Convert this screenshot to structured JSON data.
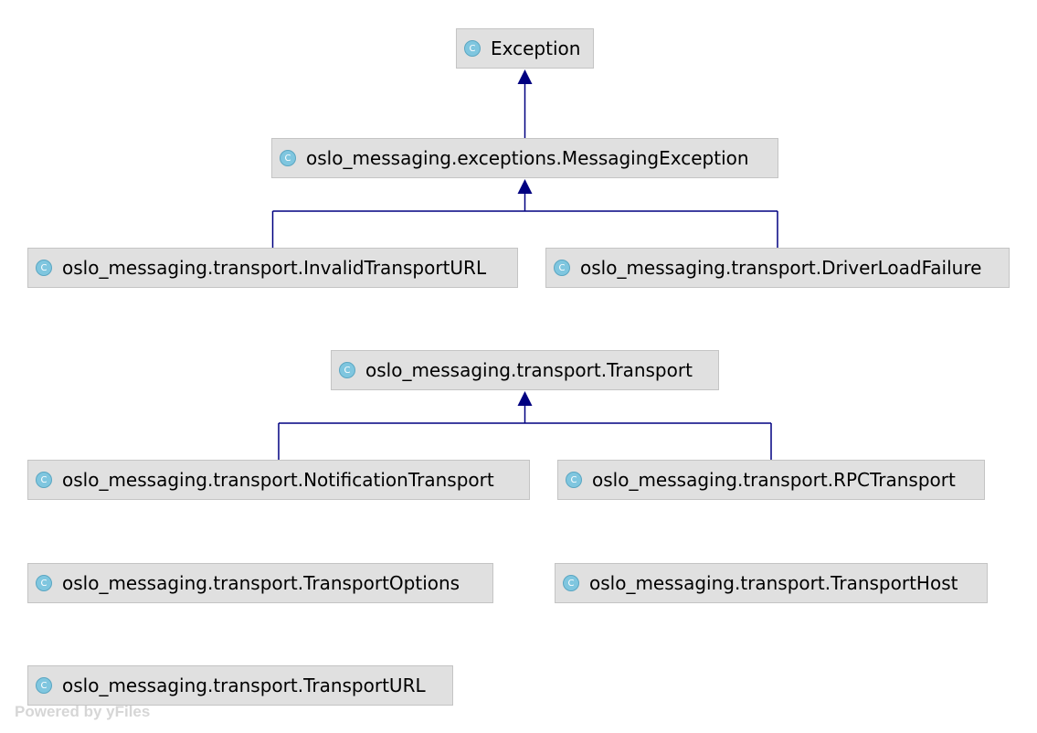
{
  "nodes": [
    {
      "id": "exception",
      "label": "Exception",
      "icon": "class-icon",
      "icon_letter": "C"
    },
    {
      "id": "messaging_exception",
      "label": "oslo_messaging.exceptions.MessagingException",
      "icon": "class-icon",
      "icon_letter": "C"
    },
    {
      "id": "invalid_transport_url",
      "label": "oslo_messaging.transport.InvalidTransportURL",
      "icon": "class-icon",
      "icon_letter": "C"
    },
    {
      "id": "driver_load_failure",
      "label": "oslo_messaging.transport.DriverLoadFailure",
      "icon": "class-icon",
      "icon_letter": "C"
    },
    {
      "id": "transport",
      "label": "oslo_messaging.transport.Transport",
      "icon": "class-icon",
      "icon_letter": "C"
    },
    {
      "id": "notification_transport",
      "label": "oslo_messaging.transport.NotificationTransport",
      "icon": "class-icon",
      "icon_letter": "C"
    },
    {
      "id": "rpc_transport",
      "label": "oslo_messaging.transport.RPCTransport",
      "icon": "class-icon",
      "icon_letter": "C"
    },
    {
      "id": "transport_options",
      "label": "oslo_messaging.transport.TransportOptions",
      "icon": "class-icon",
      "icon_letter": "C"
    },
    {
      "id": "transport_host",
      "label": "oslo_messaging.transport.TransportHost",
      "icon": "class-icon",
      "icon_letter": "C"
    },
    {
      "id": "transport_url",
      "label": "oslo_messaging.transport.TransportURL",
      "icon": "class-icon",
      "icon_letter": "C"
    }
  ],
  "edges": [
    {
      "from": "messaging_exception",
      "to": "exception",
      "type": "inheritance"
    },
    {
      "from": "invalid_transport_url",
      "to": "messaging_exception",
      "type": "inheritance"
    },
    {
      "from": "driver_load_failure",
      "to": "messaging_exception",
      "type": "inheritance"
    },
    {
      "from": "notification_transport",
      "to": "transport",
      "type": "inheritance"
    },
    {
      "from": "rpc_transport",
      "to": "transport",
      "type": "inheritance"
    }
  ],
  "colors": {
    "edge": "#000080",
    "node_fill": "#e0e0e0",
    "node_border": "#c4c4c4",
    "icon": "#7fc6df"
  },
  "watermark": "Powered by yFiles"
}
